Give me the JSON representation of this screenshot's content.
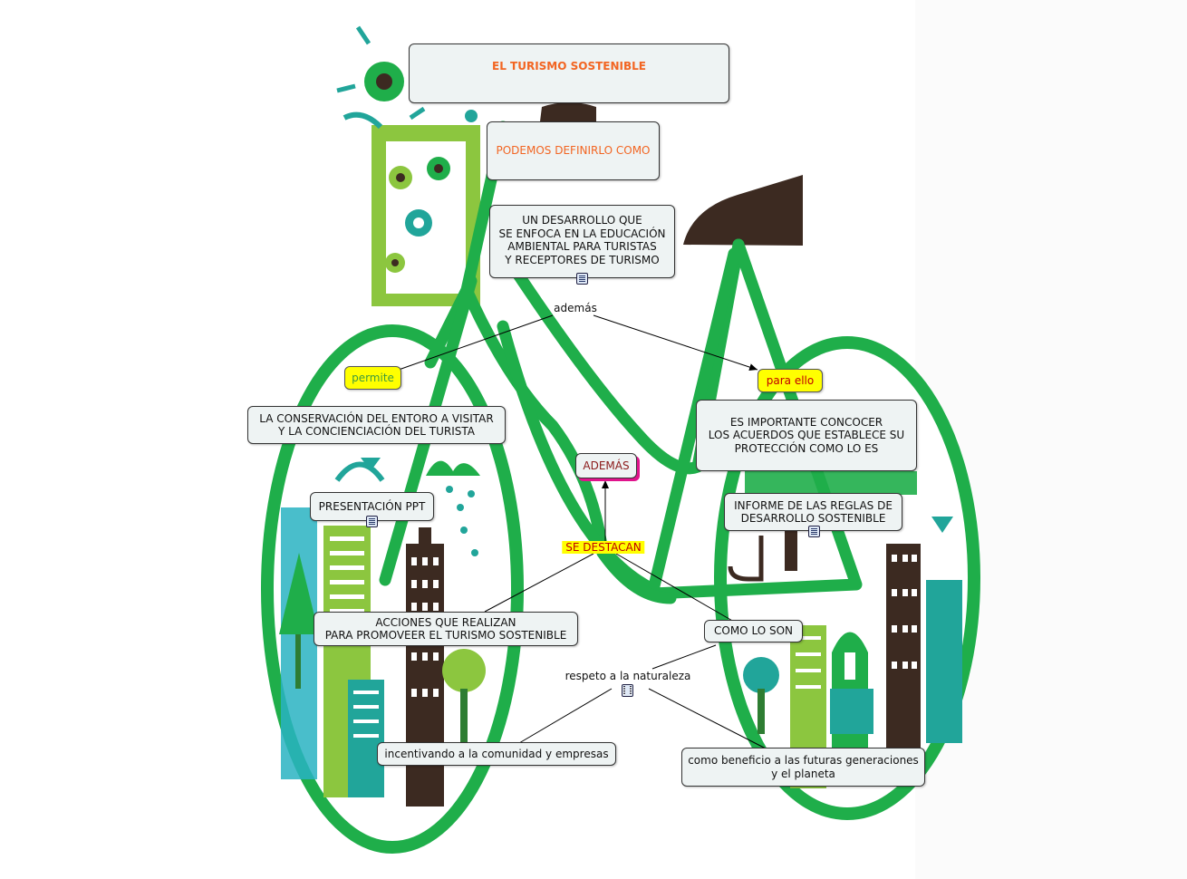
{
  "colors": {
    "bike_green": "#1fae4a",
    "leaf_green": "#8cc63f",
    "teal": "#21a59a",
    "dark_brown": "#3c2a21",
    "node_bg": "#eef3f3",
    "title_orange": "#f26522",
    "highlight_yellow": "#ffff00",
    "magenta_shadow": "#e0138c"
  },
  "nodes": {
    "title": "EL TURISMO SOSTENIBLE",
    "definir": "PODEMOS DEFINIRLO COMO",
    "desarrollo": "UN DESARROLLO QUE\nSE ENFOCA EN LA EDUCACIÓN\nAMBIENTAL PARA TURISTAS\nY RECEPTORES DE TURISMO",
    "permite": "permite",
    "para_ello": "para ello",
    "conservacion": "LA CONSERVACIÓN DEL ENTORO A VISITAR\nY LA CONCIENCIACIÓN DEL TURISTA",
    "importante": "ES IMPORTANTE CONCOCER\nLOS ACUERDOS QUE ESTABLECE SU\nPROTECCIÓN  COMO LO ES",
    "ademas_box": "ADEMÁS",
    "presentacion": "PRESENTACIÓN PPT",
    "informe": "INFORME DE LAS REGLAS DE\nDESARROLLO SOSTENIBLE",
    "acciones": "ACCIONES QUE REALIZAN\nPARA PROMOVEER EL TURISMO SOSTENIBLE",
    "como_lo_son": "COMO LO SON",
    "incentivando": "incentivando a la comunidad y empresas",
    "beneficio": "como beneficio a las futuras generaciones\ny el planeta"
  },
  "link_labels": {
    "ademas": "además",
    "se_destacan": "SE DESTACAN",
    "respeto": "respeto a la naturaleza"
  },
  "icons": {
    "desarrollo": "document-icon",
    "presentacion": "document-icon",
    "informe": "document-icon",
    "respeto": "video-icon"
  }
}
